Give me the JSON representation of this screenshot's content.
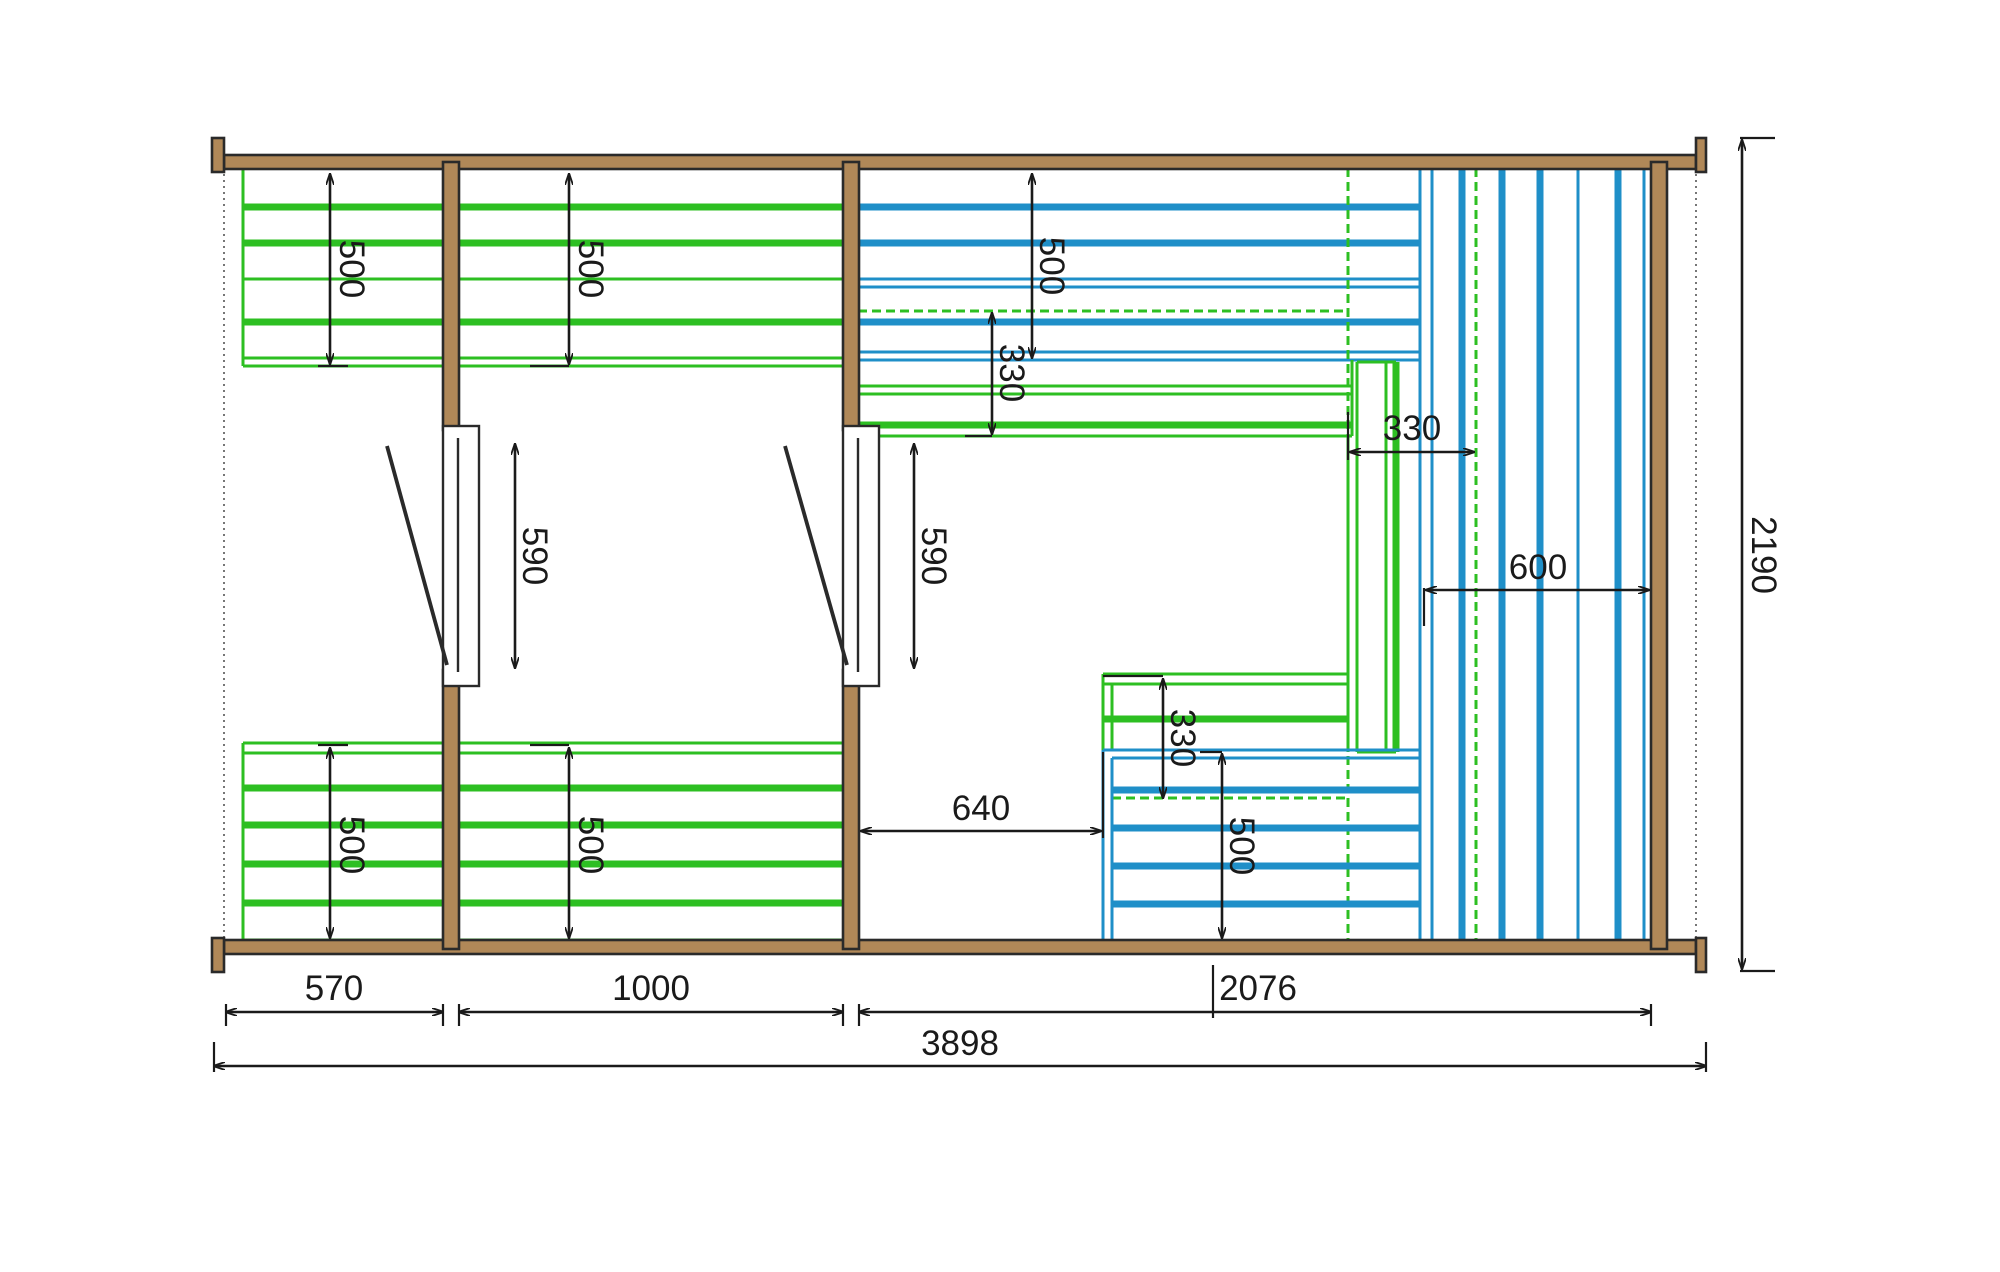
{
  "dimensions": {
    "width_total": "3898",
    "width_left_room": "570",
    "width_middle_room": "1000",
    "width_sauna_room": "2076",
    "depth_total": "2190",
    "bench_left_top": "500",
    "bench_left_bottom": "500",
    "bench_middle_top": "500",
    "bench_middle_bottom": "500",
    "bench_sauna_top_upper": "500",
    "bench_sauna_top_lower": "330",
    "bench_sauna_side": "330",
    "bench_sauna_back": "600",
    "bench_sauna_bottom_upper": "330",
    "bench_sauna_bottom_lower": "500",
    "door_left": "590",
    "door_middle": "590",
    "sauna_passage": "640"
  },
  "colors": {
    "wall": "#b08858",
    "bench_green": "#2dbf22",
    "bench_blue": "#1f8fc8",
    "dimension": "#1a1a1a"
  }
}
